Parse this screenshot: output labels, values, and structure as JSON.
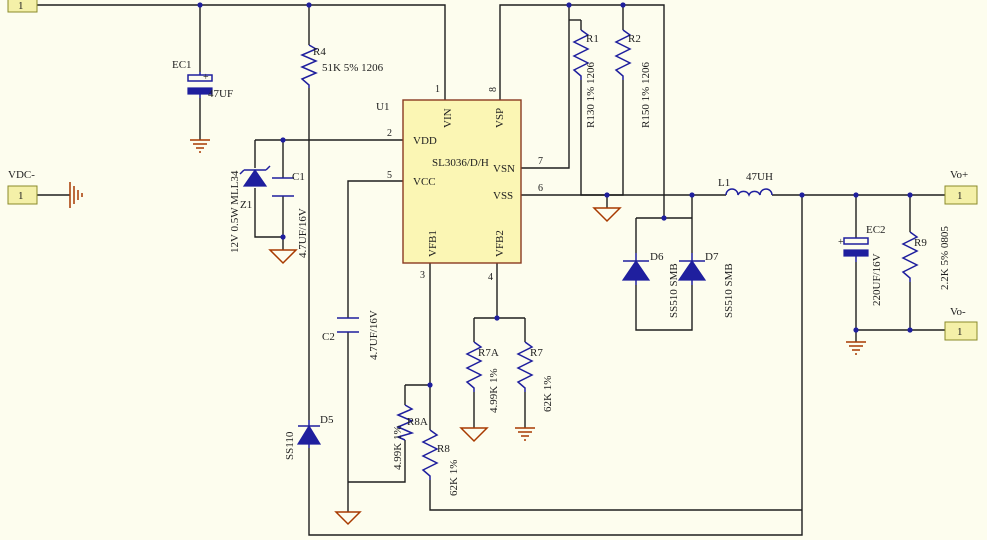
{
  "ports": {
    "top_left": "1",
    "vdc_minus_name": "VDC-",
    "vdc_minus": "1",
    "vo_plus_name": "Vo+",
    "vo_plus": "1",
    "vo_minus_name": "Vo-",
    "vo_minus": "1"
  },
  "ic": {
    "ref": "U1",
    "part": "SL3036/D/H",
    "pins": {
      "vin": {
        "name": "VIN",
        "num": "1"
      },
      "vdd": {
        "name": "VDD",
        "num": "2"
      },
      "vfb1": {
        "name": "VFB1",
        "num": "3"
      },
      "vfb2": {
        "name": "VFB2",
        "num": "4"
      },
      "vcc": {
        "name": "VCC",
        "num": "5"
      },
      "vss": {
        "name": "VSS",
        "num": "6"
      },
      "vsn": {
        "name": "VSN",
        "num": "7"
      },
      "vsp": {
        "name": "VSP",
        "num": "8"
      }
    }
  },
  "components": {
    "ec1": {
      "ref": "EC1",
      "value": "47UF"
    },
    "r4": {
      "ref": "R4",
      "value": "51K 5% 1206"
    },
    "z1": {
      "ref": "Z1",
      "value": "12V 0.5W MLL34"
    },
    "c1": {
      "ref": "C1",
      "value": "4.7UF/16V"
    },
    "c2": {
      "ref": "C2",
      "value": "4.7UF/16V"
    },
    "d5": {
      "ref": "D5",
      "value": "SS110"
    },
    "r8a": {
      "ref": "R8A",
      "value": "4.99K 1%"
    },
    "r8": {
      "ref": "R8",
      "value": "62K 1%"
    },
    "r7a": {
      "ref": "R7A",
      "value": "4.99K 1%"
    },
    "r7": {
      "ref": "R7",
      "value": "62K 1%"
    },
    "r1": {
      "ref": "R1",
      "value": "R130 1% 1206"
    },
    "r2": {
      "ref": "R2",
      "value": "R150 1% 1206"
    },
    "d6": {
      "ref": "D6",
      "value": "SS510 SMB"
    },
    "d7": {
      "ref": "D7",
      "value": "SS510 SMB"
    },
    "l1": {
      "ref": "L1",
      "value": "47UH"
    },
    "ec2": {
      "ref": "EC2",
      "value": "220UF/16V"
    },
    "r9": {
      "ref": "R9",
      "value": "2.2K 5% 0805"
    }
  },
  "colors": {
    "background": "#fdfdee",
    "wire": "#1e1e1e",
    "component": "#1f1f9e",
    "ground": "#a83a00",
    "port_fill": "#f4f0a8"
  }
}
